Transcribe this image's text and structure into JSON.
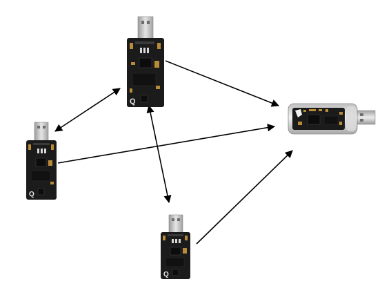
{
  "diagram": {
    "nodes": [
      {
        "id": "dongle-top",
        "kind": "usb-dongle-vertical",
        "label": ""
      },
      {
        "id": "dongle-left",
        "kind": "usb-dongle-vertical",
        "label": ""
      },
      {
        "id": "dongle-bottom",
        "kind": "usb-dongle-vertical",
        "label": ""
      },
      {
        "id": "receiver-stick",
        "kind": "usb-stick-horizontal",
        "label": ""
      }
    ],
    "edges": [
      {
        "from": "dongle-top",
        "to": "receiver-stick",
        "direction": "forward"
      },
      {
        "from": "dongle-left",
        "to": "receiver-stick",
        "direction": "forward"
      },
      {
        "from": "dongle-bottom",
        "to": "receiver-stick",
        "direction": "forward"
      },
      {
        "from": "dongle-top",
        "to": "dongle-left",
        "direction": "both"
      },
      {
        "from": "dongle-top",
        "to": "dongle-bottom",
        "direction": "both"
      }
    ],
    "colors": {
      "arrow": "#000000",
      "board": "#1b1b1b",
      "usb_metal": "#c8c8c8",
      "component_gold": "#b88a3a",
      "stick_body": "#dcdcdc"
    }
  }
}
